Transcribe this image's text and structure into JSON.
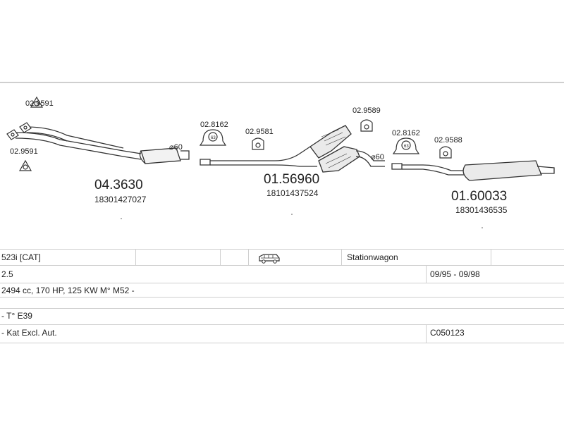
{
  "diagram": {
    "clamps": {
      "c1a": "02.9591",
      "c1b": "02.9591",
      "c2": "02.8162",
      "c3": "02.9581",
      "c4": "02.9589",
      "c5": "02.8162",
      "c6": "02.9588"
    },
    "hanger_code": "63",
    "diameters": {
      "d1": "⌀60",
      "d2": "⌀60"
    },
    "parts": [
      {
        "number": "04.3630",
        "oem": "18301427027"
      },
      {
        "number": "01.56960",
        "oem": "18101437524"
      },
      {
        "number": "01.60033",
        "oem": "18301436535"
      }
    ]
  },
  "spec_table": {
    "model": "523i  [CAT]",
    "body_type": "Stationwagon",
    "engine_size": "2.5",
    "years": "09/95 - 09/98",
    "engine_detail": "2494 cc, 170 HP, 125 KW M° M52 -",
    "chassis": "- T° E39",
    "notes": "- Kat Excl. Aut.",
    "code": "C050123"
  },
  "icons": {
    "vehicle": "station-wagon-icon",
    "hanger": "rubber-hanger-icon",
    "clamp": "exhaust-clamp-icon",
    "gasket": "flange-gasket-icon"
  }
}
